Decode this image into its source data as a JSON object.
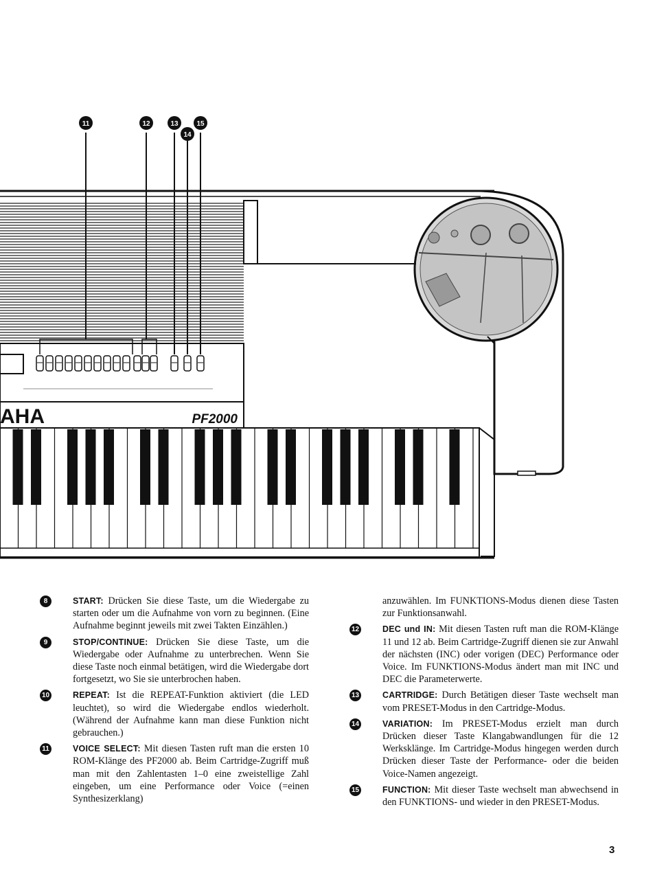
{
  "figure": {
    "callouts": [
      "11",
      "12",
      "13",
      "14",
      "15"
    ],
    "brand_fragment": "AHA",
    "model": "PF2000"
  },
  "left_column": [
    {
      "num": "8",
      "keyword": "START:",
      "text": " Drücken Sie diese Taste, um die Wiedergabe zu starten oder um die Aufnahme von vorn zu beginnen. (Eine Aufnahme beginnt jeweils mit zwei Takten Einzählen.)"
    },
    {
      "num": "9",
      "keyword": "STOP/CONTINUE:",
      "text": " Drücken Sie diese Taste, um die Wiedergabe oder Aufnahme zu unterbrechen. Wenn Sie diese Taste noch einmal betätigen, wird die Wiedergabe dort fortgesetzt, wo Sie sie unterbrochen haben."
    },
    {
      "num": "10",
      "keyword": "REPEAT:",
      "text": " Ist die REPEAT-Funktion aktiviert (die LED leuchtet), so wird die Wiedergabe endlos wiederholt. (Während der Aufnahme kann man diese Funktion nicht gebrauchen.)"
    },
    {
      "num": "11",
      "keyword": "VOICE SELECT:",
      "text": " Mit diesen Tasten ruft man die ersten 10 ROM-Klänge des PF2000 ab. Beim Cartridge-Zugriff muß man mit den Zahlentasten 1–0 eine zweistellige Zahl eingeben, um eine Performance oder Voice (=einen Synthesizerklang)"
    }
  ],
  "right_column": {
    "continuation": "anzuwählen. Im FUNKTIONS-Modus dienen diese Tasten zur Funktionsanwahl.",
    "items": [
      {
        "num": "12",
        "keyword": "DEC und IN:",
        "text": " Mit diesen Tasten ruft man die ROM-Klänge 11 und 12 ab. Beim Cartridge-Zugriff dienen sie zur Anwahl der nächsten (INC) oder vorigen (DEC) Performance oder Voice. Im FUNKTIONS-Modus ändert man mit INC und DEC die Parameterwerte."
      },
      {
        "num": "13",
        "keyword": "CARTRIDGE:",
        "text": " Durch Betätigen dieser Taste wechselt man vom PRESET-Modus in den Cartridge-Modus."
      },
      {
        "num": "14",
        "keyword": "VARIATION:",
        "text": " Im PRESET-Modus erzielt man durch Drücken dieser Taste Klangabwandlungen für die 12 Werksklänge. Im Cartridge-Modus hingegen werden durch Drücken dieser Taste der Performance- oder die beiden Voice-Namen angezeigt."
      },
      {
        "num": "15",
        "keyword": "FUNCTION:",
        "text": " Mit dieser Taste wechselt man abwechsend in den FUNKTIONS- und wieder in den PRESET-Modus."
      }
    ]
  },
  "page_number": "3"
}
